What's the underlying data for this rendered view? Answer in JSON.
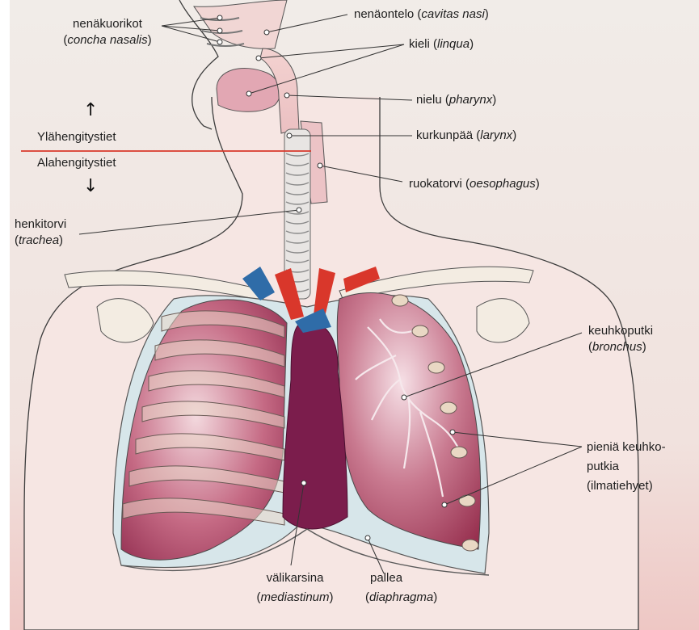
{
  "labels": {
    "concha": {
      "fi": "nenäkuoriko",
      "fi2": "t",
      "la": "concha nasalis"
    },
    "cavitas": {
      "fi": "nenäontelo",
      "la": "cavitas nasi"
    },
    "kieli": {
      "fi": "kieli",
      "la": "linqua"
    },
    "nielu": {
      "fi": "nielu",
      "la": "pharynx"
    },
    "kurkunpaa": {
      "fi": "kurkunpää",
      "la": "larynx"
    },
    "ruokatorvi": {
      "fi": "ruokatorvi",
      "la": "oesophagus"
    },
    "henkitorvi": {
      "fi": "henkitorvi",
      "la": "trachea"
    },
    "keuhkoputki": {
      "fi": "keuhkoputki",
      "la": "bronchus"
    },
    "pienia": {
      "line1": "pieniä keuhko-",
      "line2": "putkia",
      "line3": "(ilmatiehyet)"
    },
    "valikarsina": {
      "fi": "välikarsina",
      "la": "mediastinum"
    },
    "pallea": {
      "fi": "pallea",
      "la": "diaphragma"
    }
  },
  "divider": {
    "upper": "Ylähengitystiet",
    "lower": "Alahengitystiet",
    "line_color": "#d8392b",
    "arrow_up": "↑",
    "arrow_down": "↓"
  },
  "colors": {
    "lung": "#9a3455",
    "heart": "#7b1d4c",
    "skin": "#f2d5d0",
    "artery": "#d9372b",
    "vein": "#2f6ca8",
    "bone": "#f3ece2"
  }
}
